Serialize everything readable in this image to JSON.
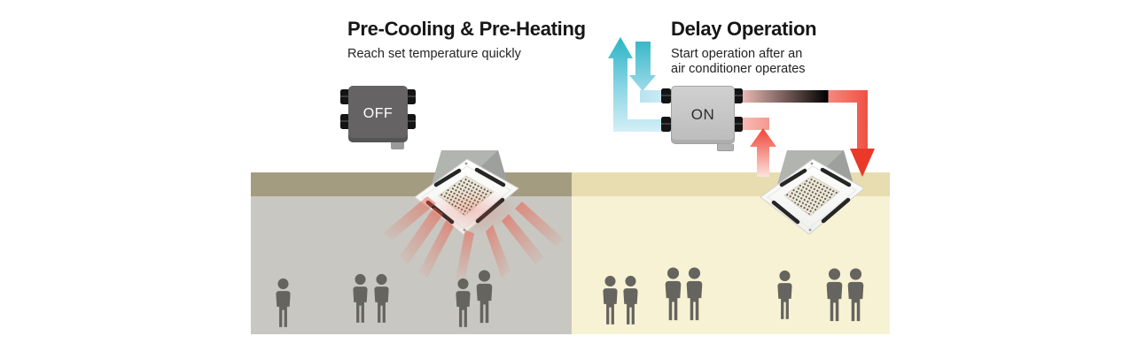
{
  "left_section": {
    "title": "Pre-Cooling & Pre-Heating",
    "subtitle": "Reach set temperature quickly",
    "ventilator_status": "OFF",
    "occupant_count": 5
  },
  "right_section": {
    "title": "Delay Operation",
    "subtitle_line1": "Start operation after an",
    "subtitle_line2": "air conditioner operates",
    "ventilator_status": "ON",
    "occupant_count": 7
  },
  "icons": {
    "ventilator_unit": "erv-box-icon",
    "air_conditioner": "ceiling-cassette-icon",
    "occupant": "person-icon",
    "cool_exhaust": "cool-air-up-arrow",
    "cool_intake": "cool-air-down-arrow",
    "warm_supply": "warm-air-supply-arrow",
    "warm_return": "warm-air-return-arrow"
  },
  "colors": {
    "cool_air": "#35bac8",
    "cool_air_light": "#cdecf5",
    "warm_air": "#ea392b",
    "warm_air_light": "#fbc7c1",
    "unit_off": "#656364",
    "unit_on": "#c6c6c6",
    "left_room_wall": "#c9c7c1",
    "left_room_ceiling": "#a49c80",
    "right_room_wall": "#f8f2d5",
    "right_room_ceiling": "#e7ddb0",
    "person": "#66645f",
    "title_text": "#161616"
  }
}
